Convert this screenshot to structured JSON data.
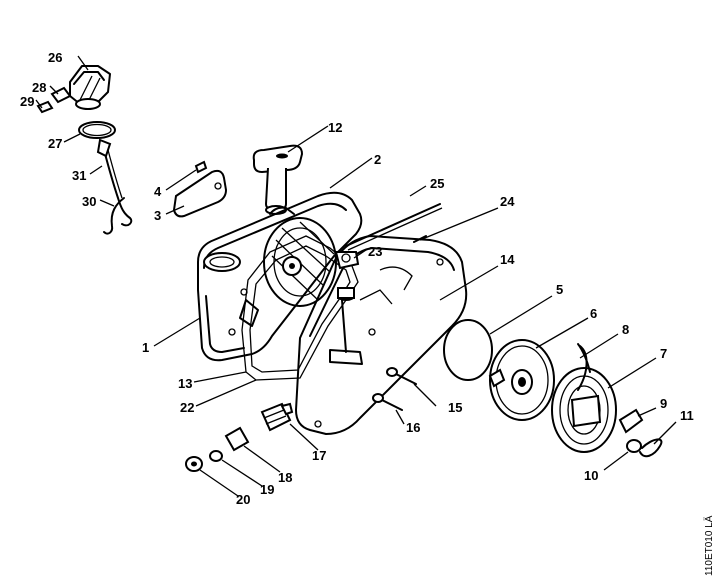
{
  "callouts": [
    {
      "n": "1"
    },
    {
      "n": "2"
    },
    {
      "n": "3"
    },
    {
      "n": "4"
    },
    {
      "n": "5"
    },
    {
      "n": "6"
    },
    {
      "n": "7"
    },
    {
      "n": "8"
    },
    {
      "n": "9"
    },
    {
      "n": "10"
    },
    {
      "n": "11"
    },
    {
      "n": "12"
    },
    {
      "n": "13"
    },
    {
      "n": "14"
    },
    {
      "n": "15"
    },
    {
      "n": "16"
    },
    {
      "n": "17"
    },
    {
      "n": "18"
    },
    {
      "n": "19"
    },
    {
      "n": "20"
    },
    {
      "n": "22"
    },
    {
      "n": "23"
    },
    {
      "n": "24"
    },
    {
      "n": "25"
    },
    {
      "n": "26"
    },
    {
      "n": "27"
    },
    {
      "n": "28"
    },
    {
      "n": "29"
    },
    {
      "n": "30"
    },
    {
      "n": "31"
    }
  ],
  "drawing_code": "110ET010 LÄ"
}
